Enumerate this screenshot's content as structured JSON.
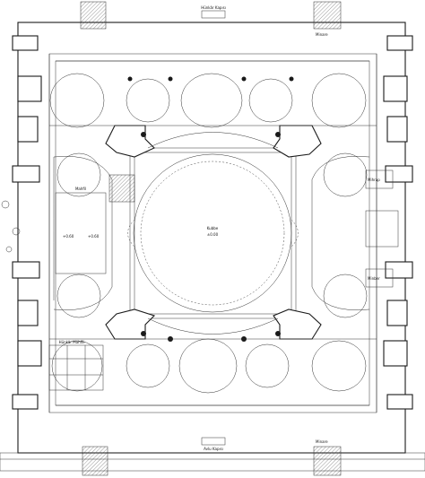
{
  "labels": {
    "top_entrance": "Hünkâr Kapısı",
    "bottom_entrance": "Avlu Kapısı",
    "left_hall": "Mahfil",
    "bottom_left_hall": "Hünkâr Mahfili",
    "central_dome": "Kubbe",
    "level_center": "±0.00",
    "level_left": "+0.60",
    "level_left_b": "+0.60",
    "right_room": "Mihrap",
    "right_room_b": "Minber",
    "top_right": "Minare",
    "bottom_right": "Minare"
  }
}
